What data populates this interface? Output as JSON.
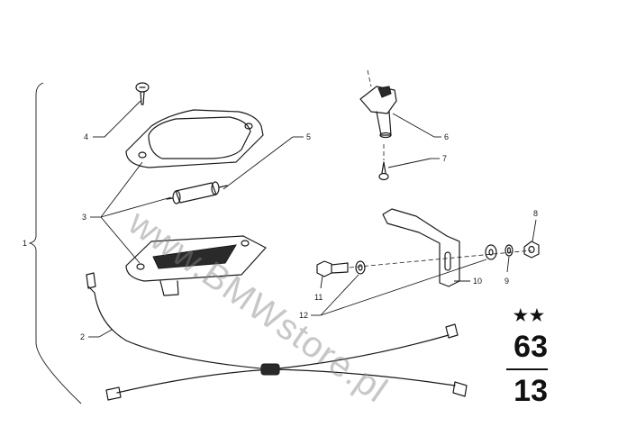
{
  "callouts": {
    "c1": "1",
    "c2": "2",
    "c3": "3",
    "c4": "4",
    "c5": "5",
    "c6": "6",
    "c7": "7",
    "c8": "8",
    "c9": "9",
    "c10": "10",
    "c11": "11",
    "c12": "12"
  },
  "watermark": "www.BMWstore.pl",
  "group_marker": {
    "stars": "★★",
    "main": "63",
    "sub": "13"
  }
}
